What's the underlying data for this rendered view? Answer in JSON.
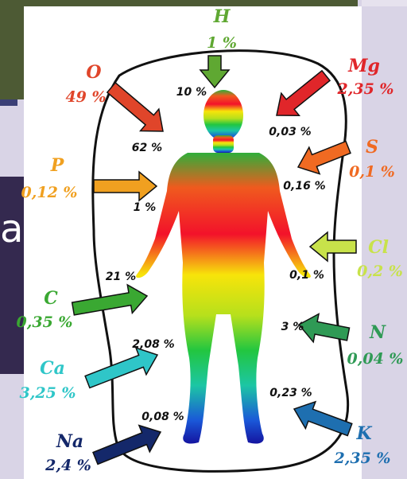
{
  "overlay_fragment": "al",
  "elements": [
    {
      "id": "h",
      "symbol": "H",
      "pct": "1 %",
      "body": "10 %",
      "color": "#5fa832"
    },
    {
      "id": "o",
      "symbol": "O",
      "pct": "49 %",
      "body": "62 %",
      "color": "#e0452a"
    },
    {
      "id": "mg",
      "symbol": "Mg",
      "pct": "2,35 %",
      "body": "0,03 %",
      "color": "#e0262a"
    },
    {
      "id": "s",
      "symbol": "S",
      "pct": "0,1 %",
      "body": "0,16 %",
      "color": "#f06a22"
    },
    {
      "id": "p",
      "symbol": "P",
      "pct": "0,12 %",
      "body": "1 %",
      "color": "#f0a020"
    },
    {
      "id": "cl",
      "symbol": "Cl",
      "pct": "0,2 %",
      "body": "0,1 %",
      "color": "#c8e24a"
    },
    {
      "id": "c",
      "symbol": "C",
      "pct": "0,35 %",
      "body": "21 %",
      "color": "#3aa832"
    },
    {
      "id": "n",
      "symbol": "N",
      "pct": "0,04 %",
      "body": "3 %",
      "color": "#2f9a55"
    },
    {
      "id": "ca",
      "symbol": "Ca",
      "pct": "3,25 %",
      "body": "2,08 %",
      "color": "#2fc6c8"
    },
    {
      "id": "k",
      "symbol": "K",
      "pct": "2,35 %",
      "body": "0,23 %",
      "color": "#1e6fb0"
    },
    {
      "id": "na",
      "symbol": "Na",
      "pct": "2,4 %",
      "body": "0,08 %",
      "color": "#14286a"
    }
  ]
}
